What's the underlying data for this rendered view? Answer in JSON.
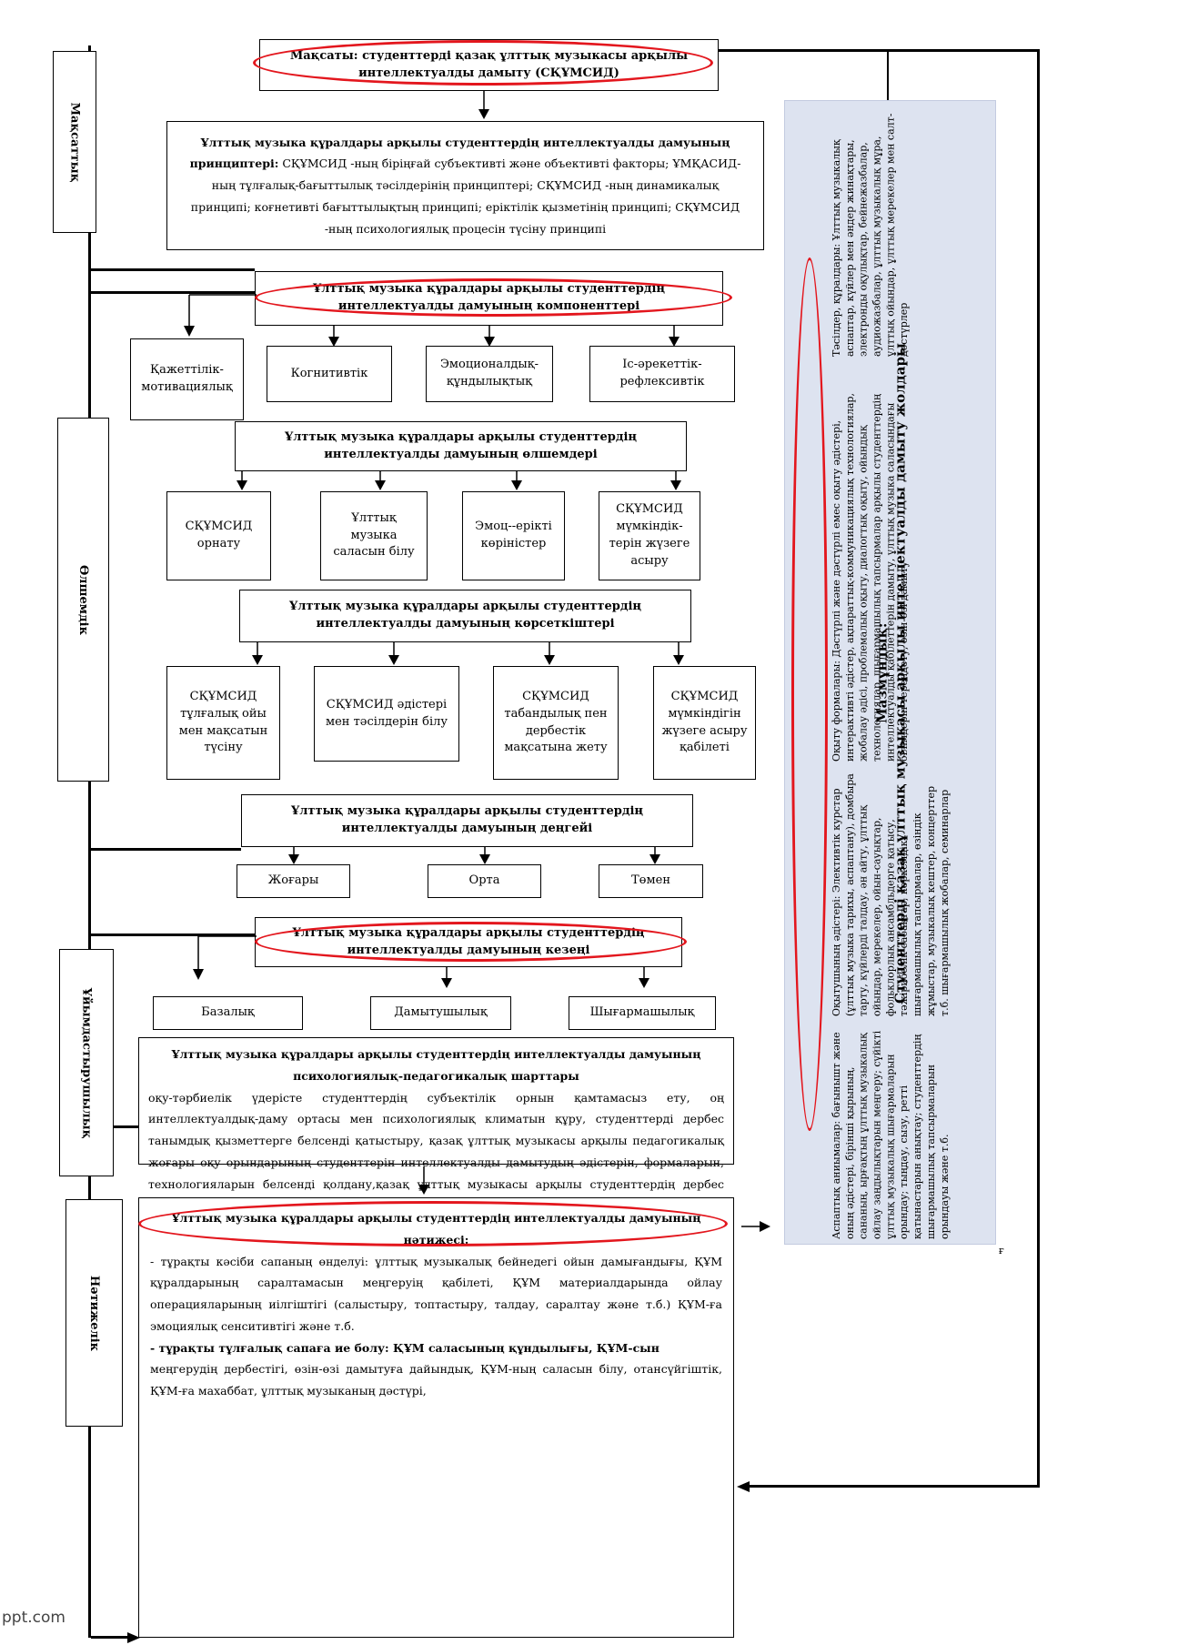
{
  "goal": {
    "text": "Мақсаты: студенттерді қазақ ұлттық  музыкасы арқылы  интеллектуалды дамыту (СҚҰМСИД)"
  },
  "principles": {
    "title": "Ұлттық музыка құралдары арқылы студенттердің интеллектуалды дамуының принциптері:",
    "text": "СҚҰМСИД -ның біріңғай субъективті және объективті факторы; ҰМҚАСИД-ның тұлғалық-бағыттылық тәсілдерінің принциптері; СҚҰМСИД -ның динамикалық принципі;  коғнетивті бағыттылықтың принципі;  еріктілік қызметінің принципі;  СҚҰМСИД -ның психологиялық процесін түсіну принципі"
  },
  "components": {
    "title": "Ұлттық музыка құралдары арқылы студенттердің интеллектуалды дамуының компоненттері",
    "items": [
      "Қажеттілік-мотивациялық",
      "Когнитивтік",
      "Эмоционалдық-құндылықтық",
      "Іс-әрекеттік-рефлексивтік"
    ]
  },
  "criteria": {
    "title": "Ұлттық музыка құралдары арқылы студенттердің интеллектуалды дамуының өлшемдері",
    "items": [
      "СҚҰМСИД орнату",
      "Ұлттық музыка саласын білу",
      "Эмоц--ерікті көріністер",
      "СҚҰМСИД мүмкіндік-терін жүзеге асыру"
    ]
  },
  "indicators": {
    "title": "Ұлттық музыка құралдары арқылы студенттердің интеллектуалды дамуының көрсеткіштері",
    "items": [
      "СҚҰМСИД тұлғалық ойы мен мақсатын түсіну",
      "СҚҰМСИД әдістері мен тәсілдерін білу",
      "СҚҰМСИД табандылық пен дербестік мақсатына жету",
      "СҚҰМСИД мүмкіндігін жүзеге асыру қабілеті"
    ]
  },
  "levels": {
    "title": "Ұлттық музыка құралдары арқылы студенттердің интеллектуалды дамуының деңгейі",
    "items": [
      "Жоғары",
      "Орта",
      "Төмен"
    ]
  },
  "stages": {
    "title": "Ұлттық музыка құралдары арқылы студенттердің интеллектуалды дамуының кезеңі",
    "items": [
      "Базалық",
      "Дамытушылық",
      "Шығармашылық"
    ]
  },
  "conditions": {
    "title": "Ұлттық музыка құралдары арқылы студенттердің интеллектуалды дамуының психологиялық-педагогикалық шарттары",
    "text": "оқу-тәрбиелік үдерісте студенттердің субъектілік орнын қамтамасыз ету, оң интеллектуалдық-даму ортасы мен психологиялық климатын құру, студенттерді дербес танымдық қызметтерге белсенді қатыстыру, қазақ ұлттық музыкасы арқылы педагогикалық жоғары оқу орындарының студенттерін интеллектуалды дамытудың әдістерін, формаларын, технологияларын белсенді қолдану,қазақ ұлттық музыкасы арқылы студенттердің дербес интеллектуалдық-шығармашылық даму ерекшелігін өскеру"
  },
  "result": {
    "title": "Ұлттық музыка құралдары арқылы студенттердің интеллектуалды дамуының нәтижесі:",
    "p1": "- тұрақты  кәсіби сапаның өнделуі: ұлттық музыкалық бейнедегі ойын дамығандығы, ҚҰМ құралдарының саралтамасын меңгеруің қабілеті, ҚҰМ материалдарында ойлау операцияларының иілгіштігі (салыстыру, топтастыру, талдау, саралтау және т.б.) ҚҰМ-ға эмоциялық сенситивтігі және т.б.",
    "p2": "- тұрақты  тұлғалық сапаға ие болу: ҚҰМ саласының құндылығы, ҚҰМ-сын",
    "p3": "меңгерудің дербестігі, өзін-өзі дамытуға дайындық, ҚҰМ-ның саласын білу, отансүйгіштік, ҚҰМ-ға махаббат, ұлттық музыканың дәстүрі,"
  },
  "side_labels": {
    "goal": "Мақсаттық",
    "content": "Өлшемдік",
    "organizational": "Ұйымдастырушылық",
    "result": "Нәтижелік"
  },
  "right_panel": {
    "title_line1": "Мазмұндық:",
    "title_line2": "Студенттерді қазақ ұлттық музыкасы арқылы интеллектуалды дамыту жолдары",
    "columns": [
      "Аспаптық аниымалар: бағынышт және оның әдістері, бірінші қырының, сананың, ырғақтың ұлттық музыкалық ойлау заңдылықтарын меңгеру; сүйікті ұлттық музыкалық шығармаларын орындау; тыңдау, сызу, ретті қатынастарын анықтау; студенттердің шығармашылық тапсырмаларын орындауы және т.б.",
      "Оқытушының әдістері: Элективтік курстар (ұлттық музыка тарихы, аспаптану), домбыра тарту, күйлерді талдау, ән айту, ұлттық ойындар, мерекелер, ойын-сауықтар, фольклорлық ансамбльдерге қатысу, тәжірибелік сабақтар, көркемдік-шығармашылық тапсырмалар, өзіндік жұмыстар, музыкалық кештер, концерттер т.б. шығармашылық жобалар, семинарлар",
      "Оқыту формалары: Дәстүрлі және дәстүрлі емес оқыту әдістері, интерактивті әдістер, ақпараттық-коммуникациялық технологиялар, жобалау әдісі, проблемалық оқыту, диалогтық оқыту, ойындық технологиялар, шығармашылық тапсырмалар арқылы студенттердің интеллектуалды қабілеттерін дамыту, ұлттық музыка саласындағы білімдерін тереңдету, өзін-өзі дамыту",
      "Тәсілдер, құралдары: Ұлттық музыкалық аспаптар, күйлер мен әндер жинақтары, электронды оқулықтар, бейнежазбалар, аудиожазбалар, ұлттық музыкалық мұра, ұлттық ойындар, ұлттық мерекелер мен салт-дәстүрлер"
    ]
  },
  "watermark": "ppt.com",
  "footnote": "ғ"
}
